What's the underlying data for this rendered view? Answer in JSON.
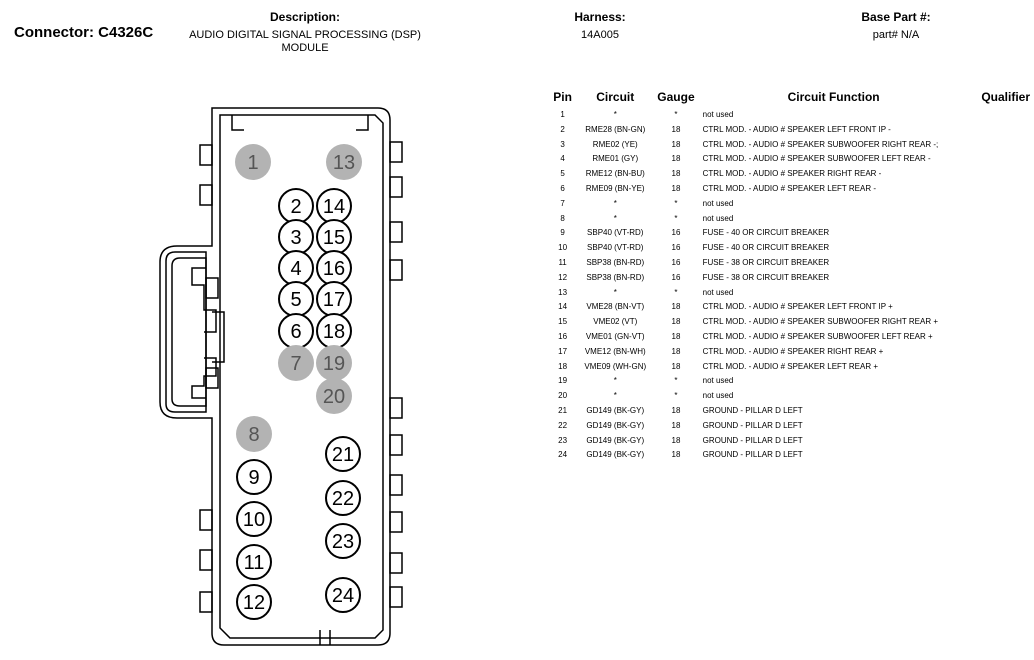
{
  "connector": {
    "label": "Connector: C4326C"
  },
  "description": {
    "label": "Description:",
    "value": "AUDIO DIGITAL SIGNAL PROCESSING (DSP)\nMODULE"
  },
  "harness": {
    "label": "Harness:",
    "value": "14A005"
  },
  "base_part": {
    "label": "Base Part #:",
    "value": "part# N/A"
  },
  "table": {
    "headers": {
      "pin": "Pin",
      "circuit": "Circuit",
      "gauge": "Gauge",
      "function": "Circuit Function",
      "qualifier": "Qualifier"
    },
    "rows": [
      {
        "pin": "1",
        "circuit": "*",
        "gauge": "*",
        "function": "not used"
      },
      {
        "pin": "2",
        "circuit": "RME28 (BN-GN)",
        "gauge": "18",
        "function": "CTRL MOD. - AUDIO # SPEAKER LEFT FRONT IP -"
      },
      {
        "pin": "3",
        "circuit": "RME02 (YE)",
        "gauge": "18",
        "function": "CTRL MOD. - AUDIO # SPEAKER SUBWOOFER RIGHT REAR -;"
      },
      {
        "pin": "4",
        "circuit": "RME01 (GY)",
        "gauge": "18",
        "function": "CTRL MOD. - AUDIO # SPEAKER SUBWOOFER LEFT REAR -"
      },
      {
        "pin": "5",
        "circuit": "RME12 (BN-BU)",
        "gauge": "18",
        "function": "CTRL MOD. - AUDIO # SPEAKER RIGHT REAR -"
      },
      {
        "pin": "6",
        "circuit": "RME09 (BN-YE)",
        "gauge": "18",
        "function": "CTRL MOD. - AUDIO # SPEAKER LEFT REAR -"
      },
      {
        "pin": "7",
        "circuit": "*",
        "gauge": "*",
        "function": "not used"
      },
      {
        "pin": "8",
        "circuit": "*",
        "gauge": "*",
        "function": "not used"
      },
      {
        "pin": "9",
        "circuit": "SBP40 (VT-RD)",
        "gauge": "16",
        "function": "FUSE - 40 OR CIRCUIT BREAKER"
      },
      {
        "pin": "10",
        "circuit": "SBP40 (VT-RD)",
        "gauge": "16",
        "function": "FUSE - 40 OR CIRCUIT BREAKER"
      },
      {
        "pin": "11",
        "circuit": "SBP38 (BN-RD)",
        "gauge": "16",
        "function": "FUSE - 38 OR CIRCUIT BREAKER"
      },
      {
        "pin": "12",
        "circuit": "SBP38 (BN-RD)",
        "gauge": "16",
        "function": "FUSE - 38 OR CIRCUIT BREAKER"
      },
      {
        "pin": "13",
        "circuit": "*",
        "gauge": "*",
        "function": "not used"
      },
      {
        "pin": "14",
        "circuit": "VME28 (BN-VT)",
        "gauge": "18",
        "function": "CTRL MOD. - AUDIO # SPEAKER LEFT FRONT IP +"
      },
      {
        "pin": "15",
        "circuit": "VME02 (VT)",
        "gauge": "18",
        "function": "CTRL MOD. - AUDIO # SPEAKER SUBWOOFER RIGHT REAR +"
      },
      {
        "pin": "16",
        "circuit": "VME01 (GN-VT)",
        "gauge": "18",
        "function": "CTRL MOD. - AUDIO # SPEAKER SUBWOOFER LEFT REAR +"
      },
      {
        "pin": "17",
        "circuit": "VME12 (BN-WH)",
        "gauge": "18",
        "function": "CTRL MOD. - AUDIO # SPEAKER RIGHT REAR +"
      },
      {
        "pin": "18",
        "circuit": "VME09 (WH-GN)",
        "gauge": "18",
        "function": "CTRL MOD. - AUDIO # SPEAKER LEFT REAR +"
      },
      {
        "pin": "19",
        "circuit": "*",
        "gauge": "*",
        "function": "not used"
      },
      {
        "pin": "20",
        "circuit": "*",
        "gauge": "*",
        "function": "not used"
      },
      {
        "pin": "21",
        "circuit": "GD149 (BK-GY)",
        "gauge": "18",
        "function": "GROUND - PILLAR D LEFT"
      },
      {
        "pin": "22",
        "circuit": "GD149 (BK-GY)",
        "gauge": "18",
        "function": "GROUND - PILLAR D LEFT"
      },
      {
        "pin": "23",
        "circuit": "GD149 (BK-GY)",
        "gauge": "18",
        "function": "GROUND - PILLAR D LEFT"
      },
      {
        "pin": "24",
        "circuit": "GD149 (BK-GY)",
        "gauge": "18",
        "function": "GROUND - PILLAR D LEFT"
      }
    ]
  },
  "diagram": {
    "unused_fill": "#b3b3b3",
    "pins": [
      {
        "num": "1",
        "used": false
      },
      {
        "num": "13",
        "used": false
      },
      {
        "num": "2",
        "used": true
      },
      {
        "num": "14",
        "used": true
      },
      {
        "num": "3",
        "used": true
      },
      {
        "num": "15",
        "used": true
      },
      {
        "num": "4",
        "used": true
      },
      {
        "num": "16",
        "used": true
      },
      {
        "num": "5",
        "used": true
      },
      {
        "num": "17",
        "used": true
      },
      {
        "num": "6",
        "used": true
      },
      {
        "num": "18",
        "used": true
      },
      {
        "num": "7",
        "used": false
      },
      {
        "num": "19",
        "used": false
      },
      {
        "num": "20",
        "used": false
      },
      {
        "num": "8",
        "used": false
      },
      {
        "num": "21",
        "used": true
      },
      {
        "num": "9",
        "used": true
      },
      {
        "num": "22",
        "used": true
      },
      {
        "num": "10",
        "used": true
      },
      {
        "num": "23",
        "used": true
      },
      {
        "num": "11",
        "used": true
      },
      {
        "num": "24",
        "used": true
      },
      {
        "num": "12",
        "used": true
      }
    ]
  }
}
